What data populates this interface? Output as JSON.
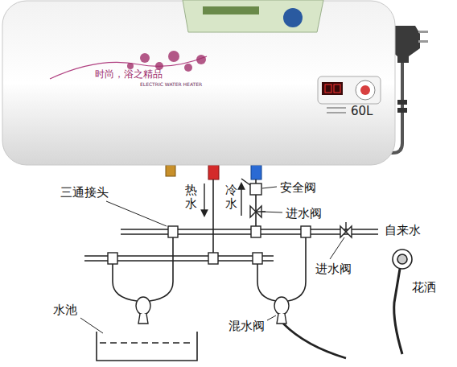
{
  "diagram": {
    "nodes": [
      {
        "text": [
          "时尚，浴之精品",
          "ELECTRIC WATER HEATER",
          "60L"
        ]
      }
    ],
    "labels": [
      "三通接头",
      "热水",
      "冷水",
      "安全阀",
      "进水阀",
      "自来水",
      "进水阀",
      "花洒",
      "水池",
      "混水阀"
    ]
  }
}
